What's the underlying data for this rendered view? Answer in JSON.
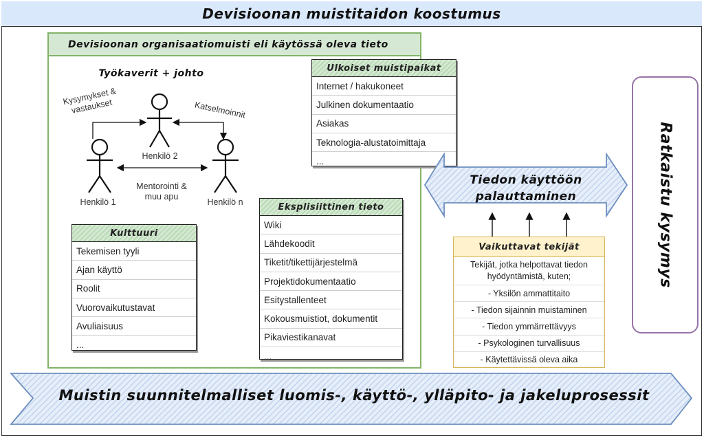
{
  "title": "Devisioonan muistitaidon koostumus",
  "org_memory": {
    "title": "Devisioonan organisaatiomuisti eli käytössä oleva tieto",
    "tools_title": "Työkaverit + johto",
    "people": [
      "Henkilö 1",
      "Henkilö 2",
      "Henkilö n"
    ],
    "relations": {
      "questions": "Kysymykset & vastaukset",
      "reviews": "Katselmoinnit",
      "mentoring": "Mentorointi & muu apu"
    }
  },
  "external": {
    "title": "Ulkoiset muistipaikat",
    "items": [
      "Internet / hakukoneet",
      "Julkinen dokumentaatio",
      "Asiakas",
      "Teknologia-alustatoimittaja",
      "..."
    ]
  },
  "culture": {
    "title": "Kulttuuri",
    "items": [
      "Tekemisen tyyli",
      "Ajan käyttö",
      "Roolit",
      "Vuorovaikutustavat",
      "Avuliaisuus",
      "..."
    ]
  },
  "explicit": {
    "title": "Eksplisiittinen tieto",
    "items": [
      "Wiki",
      "Lähdekoodit",
      "Tiketit/tikettijärjestelmä",
      "Projektidokumentaatio",
      "Esitystallenteet",
      "Kokousmuistiot, dokumentit",
      "Pikaviestikanavat",
      "..."
    ]
  },
  "retrieval": {
    "label": "Tiedon käyttöön palauttaminen"
  },
  "factors": {
    "title": "Vaikuttavat tekijät",
    "description": "Tekijät, jotka helpottavat tiedon hyödyntämistä, kuten;",
    "items": [
      "- Yksilön ammattitaito",
      "- Tiedon sijainnin muistaminen",
      "- Tiedon ymmärrettävyys",
      "- Psykologinen turvallisuus",
      "- Käytettävissä oleva aika"
    ]
  },
  "solved": "Ratkaistu kysymys",
  "processes": "Muistin suunnitelmalliset luomis-, käyttö-, ylläpito- ja jakeluprosessit",
  "colors": {
    "title_bg": "#dae8fc",
    "green_stroke": "#82b366",
    "green_fill": "#d5e8d4",
    "yellow_stroke": "#d6b656",
    "yellow_fill": "#fff2cc",
    "purple_stroke": "#9673a6",
    "blue_stroke": "#6c8ebf"
  }
}
